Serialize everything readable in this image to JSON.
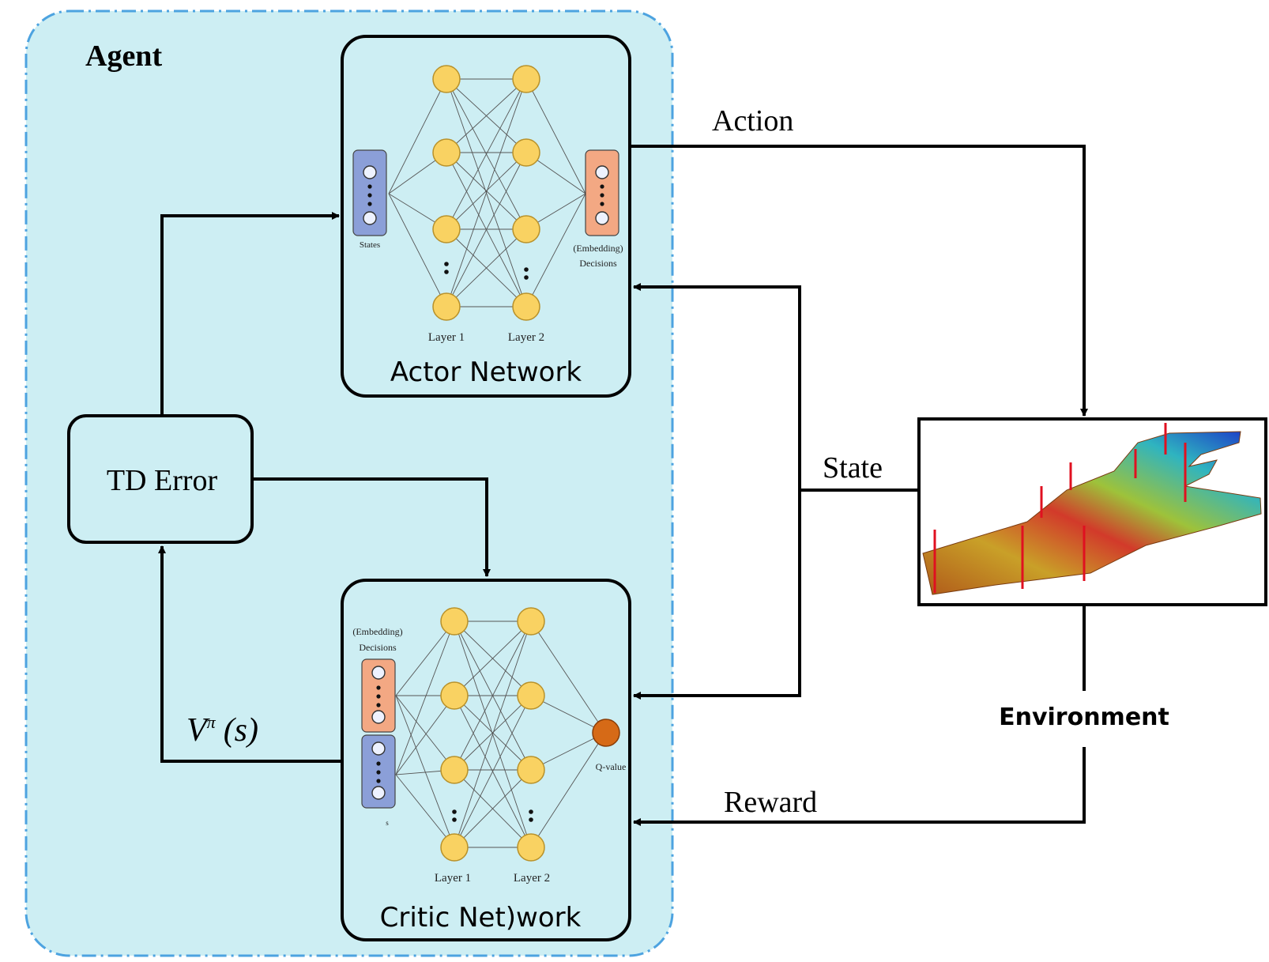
{
  "agent": {
    "label": "Agent"
  },
  "actor": {
    "title": "Actor Network",
    "input_label": "States",
    "output_label_line1": "(Embedding)",
    "output_label_line2": "Decisions",
    "layer1_label": "Layer 1",
    "layer2_label": "Layer 2"
  },
  "critic": {
    "title": "Critic Net)work",
    "input_top_label_line1": "(Embedding)",
    "input_top_label_line2": "Decisions",
    "input_bottom_label": "s",
    "output_label": "Q-value",
    "layer1_label": "Layer 1",
    "layer2_label": "Layer 2"
  },
  "td_error": {
    "label": "TD Error"
  },
  "value_label": {
    "v": "V",
    "sup": "π",
    "arg": "(s)"
  },
  "edges": {
    "action": "Action",
    "state": "State",
    "reward": "Reward"
  },
  "environment": {
    "label": "Environment"
  },
  "colors": {
    "agent_fill": "#cdeef3",
    "agent_border": "#4da3e0",
    "node_fill": "#f9d262",
    "node_stroke": "#b8912a",
    "states_fill": "#8b9fd8",
    "embed_fill": "#f3a883",
    "qvalue_fill": "#d66a17"
  }
}
